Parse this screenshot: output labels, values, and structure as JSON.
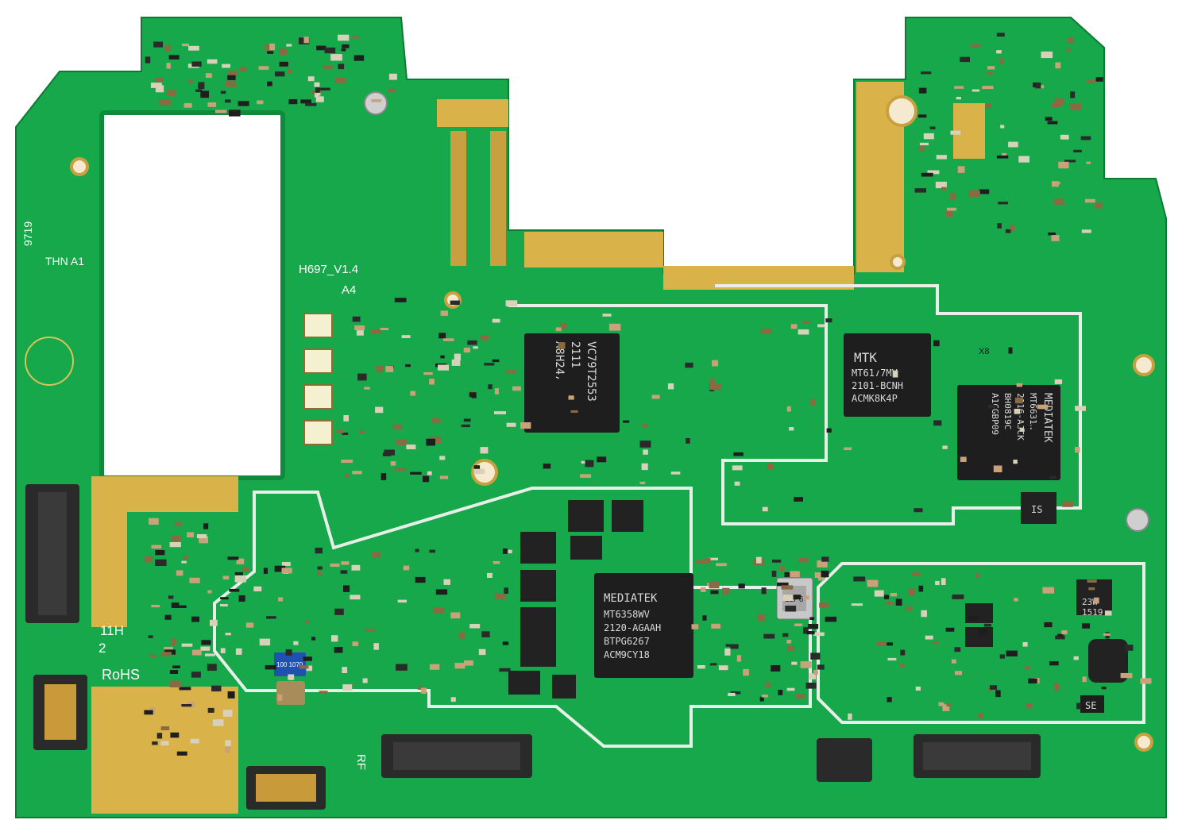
{
  "board": {
    "colors": {
      "pcb_green": "#16a84a",
      "pcb_dark": "#0f8a3a",
      "gold": "#d9b24a",
      "chip_black": "#1e1e1e",
      "silkscreen": "#ffffff"
    },
    "silkscreen": {
      "code": "9719",
      "vendor": "THN A1",
      "model": "H697_V1.4",
      "revision": "A4",
      "side_code": "11H",
      "side_num": "2",
      "rohs": "RoHS",
      "rf": "RF"
    },
    "chips": {
      "u_left": [
        "VC79T2553",
        "2111",
        "A8H247"
      ],
      "mtk_rf": [
        "MTK",
        "MT6177MV",
        "2101-BCNH",
        "ACMK8K4P"
      ],
      "mtk_right": [
        "MEDIATEK",
        "MT6631N",
        "2116-AJCK",
        "BH0819C",
        "A1CGBP09"
      ],
      "pmic": [
        "MEDIATEK",
        "MT6358WV",
        "2120-AGAAH",
        "BTPG6267",
        "ACM9CY18"
      ],
      "crystal": "12P6",
      "small_a": "23W",
      "small_b": "1519",
      "small_c": "IS",
      "small_d": "X8",
      "small_e": "SE",
      "blue_cap": "100 1070"
    }
  }
}
